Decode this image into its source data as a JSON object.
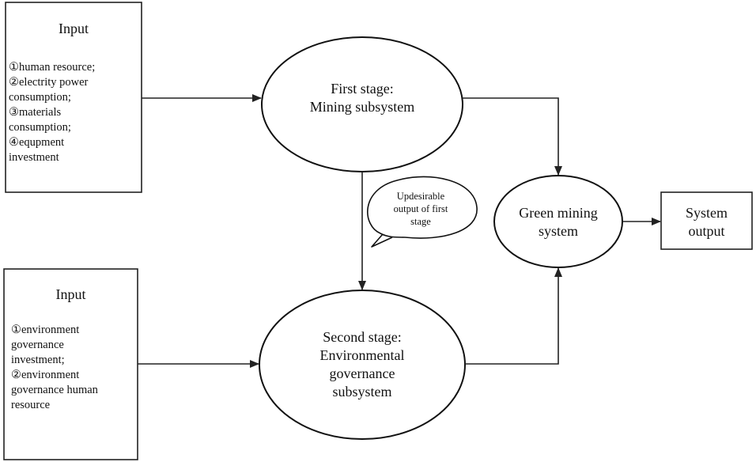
{
  "input_box_1": {
    "title": "Input",
    "items": [
      "①human resource;",
      "②electrity power",
      "consumption;",
      "③materials",
      "consumption;",
      "④equpment",
      "investment"
    ]
  },
  "input_box_2": {
    "title": "Input",
    "items": [
      "①environment",
      "governance",
      "investment;",
      "②environment",
      "governance human",
      "resource"
    ]
  },
  "first_stage": {
    "lines": [
      "First stage:",
      "Mining subsystem"
    ]
  },
  "second_stage": {
    "lines": [
      "Second stage:",
      "Environmental",
      "governance",
      "subsystem"
    ]
  },
  "undesirable_bubble": {
    "lines": [
      "Updesirable",
      "output of first",
      "stage"
    ]
  },
  "green_mining": {
    "lines": [
      "Green mining",
      "system"
    ]
  },
  "system_output": {
    "lines": [
      "System",
      "output"
    ]
  }
}
